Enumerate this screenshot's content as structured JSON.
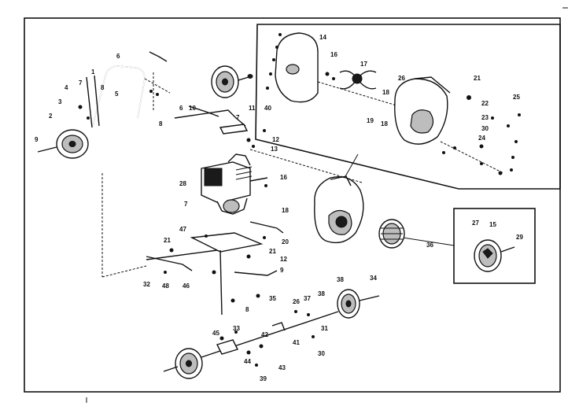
{
  "diagram": {
    "callouts": [
      {
        "id": "c14a",
        "text": "14"
      },
      {
        "id": "c16a",
        "text": "16"
      },
      {
        "id": "c17a",
        "text": "17"
      },
      {
        "id": "c26a",
        "text": "26"
      },
      {
        "id": "c18a",
        "text": "18"
      },
      {
        "id": "c21a",
        "text": "21"
      },
      {
        "id": "c22a",
        "text": "22"
      },
      {
        "id": "c25a",
        "text": "25"
      },
      {
        "id": "c23a",
        "text": "23"
      },
      {
        "id": "c30a",
        "text": "30"
      },
      {
        "id": "c24a",
        "text": "24"
      },
      {
        "id": "c40a",
        "text": "40"
      },
      {
        "id": "c19a",
        "text": "19"
      },
      {
        "id": "c18b",
        "text": "18"
      },
      {
        "id": "c6a",
        "text": "6"
      },
      {
        "id": "c4a",
        "text": "4"
      },
      {
        "id": "c1a",
        "text": "1"
      },
      {
        "id": "c7a",
        "text": "7"
      },
      {
        "id": "c3a",
        "text": "3"
      },
      {
        "id": "c2a",
        "text": "2"
      },
      {
        "id": "c8a",
        "text": "8"
      },
      {
        "id": "c5a",
        "text": "5"
      },
      {
        "id": "c9a",
        "text": "9"
      },
      {
        "id": "c10a",
        "text": "10"
      },
      {
        "id": "c6b",
        "text": "6"
      },
      {
        "id": "c7b",
        "text": "7"
      },
      {
        "id": "c11a",
        "text": "11"
      },
      {
        "id": "c8b",
        "text": "8"
      },
      {
        "id": "c12a",
        "text": "12"
      },
      {
        "id": "c13a",
        "text": "13"
      },
      {
        "id": "c28a",
        "text": "28"
      },
      {
        "id": "c16b",
        "text": "16"
      },
      {
        "id": "c7c",
        "text": "7"
      },
      {
        "id": "c18c",
        "text": "18"
      },
      {
        "id": "c47a",
        "text": "47"
      },
      {
        "id": "c21b",
        "text": "21"
      },
      {
        "id": "c20a",
        "text": "20"
      },
      {
        "id": "c21c",
        "text": "21"
      },
      {
        "id": "c12b",
        "text": "12"
      },
      {
        "id": "c9b",
        "text": "9"
      },
      {
        "id": "c48a",
        "text": "48"
      },
      {
        "id": "c46a",
        "text": "46"
      },
      {
        "id": "c32a",
        "text": "32"
      },
      {
        "id": "c36a",
        "text": "36"
      },
      {
        "id": "c27a",
        "text": "27"
      },
      {
        "id": "c15a",
        "text": "15"
      },
      {
        "id": "c29a",
        "text": "29"
      },
      {
        "id": "c38a",
        "text": "38"
      },
      {
        "id": "c34a",
        "text": "34"
      },
      {
        "id": "c35a",
        "text": "35"
      },
      {
        "id": "c8c",
        "text": "8"
      },
      {
        "id": "c26b",
        "text": "26"
      },
      {
        "id": "c37a",
        "text": "37"
      },
      {
        "id": "c38b",
        "text": "38"
      },
      {
        "id": "c31a",
        "text": "31"
      },
      {
        "id": "c45a",
        "text": "45"
      },
      {
        "id": "c33a",
        "text": "33"
      },
      {
        "id": "c42a",
        "text": "42"
      },
      {
        "id": "c41a",
        "text": "41"
      },
      {
        "id": "c44a",
        "text": "44"
      },
      {
        "id": "c39a",
        "text": "39"
      },
      {
        "id": "c43a",
        "text": "43"
      },
      {
        "id": "c30b",
        "text": "30"
      }
    ]
  }
}
